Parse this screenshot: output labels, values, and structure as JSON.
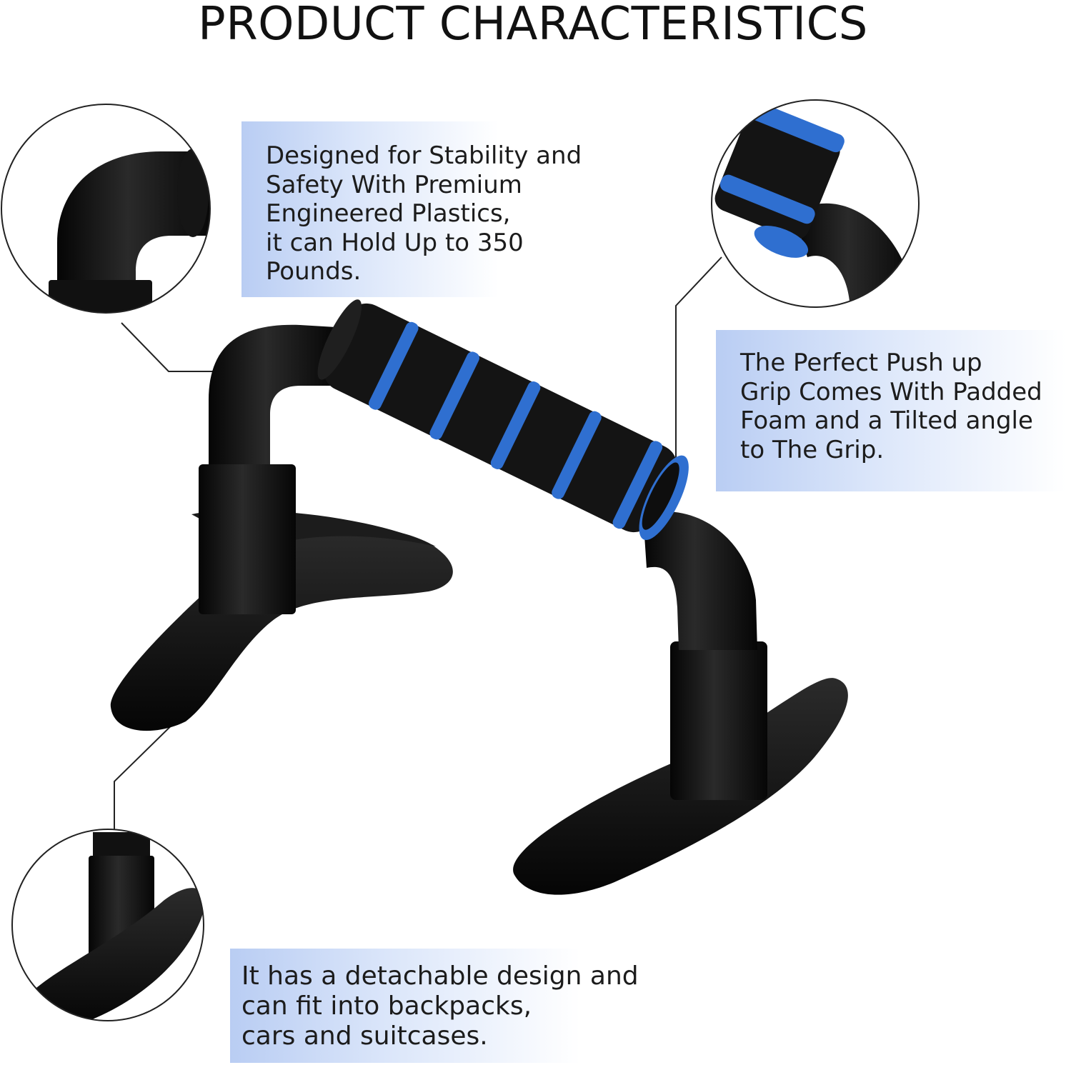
{
  "title": "PRODUCT CHARACTERISTICS",
  "captions": {
    "stability": {
      "lines": [
        "Designed for Stability and",
        "Safety With Premium",
        "Engineered Plastics,",
        "it can Hold Up to 350",
        "Pounds."
      ]
    },
    "grip": {
      "lines": [
        "The Perfect Push up",
        "Grip Comes With Padded",
        "Foam and a Tilted angle",
        "to The Grip."
      ]
    },
    "detachable": {
      "lines": [
        "It has a detachable design and",
        "can fit into backpacks,",
        "cars and suitcases."
      ]
    }
  },
  "colors": {
    "foam_black": "#141414",
    "foam_blue": "#2f6fd0",
    "plastic": "#0d0d0d",
    "caption_band": "#b9cdf3"
  }
}
